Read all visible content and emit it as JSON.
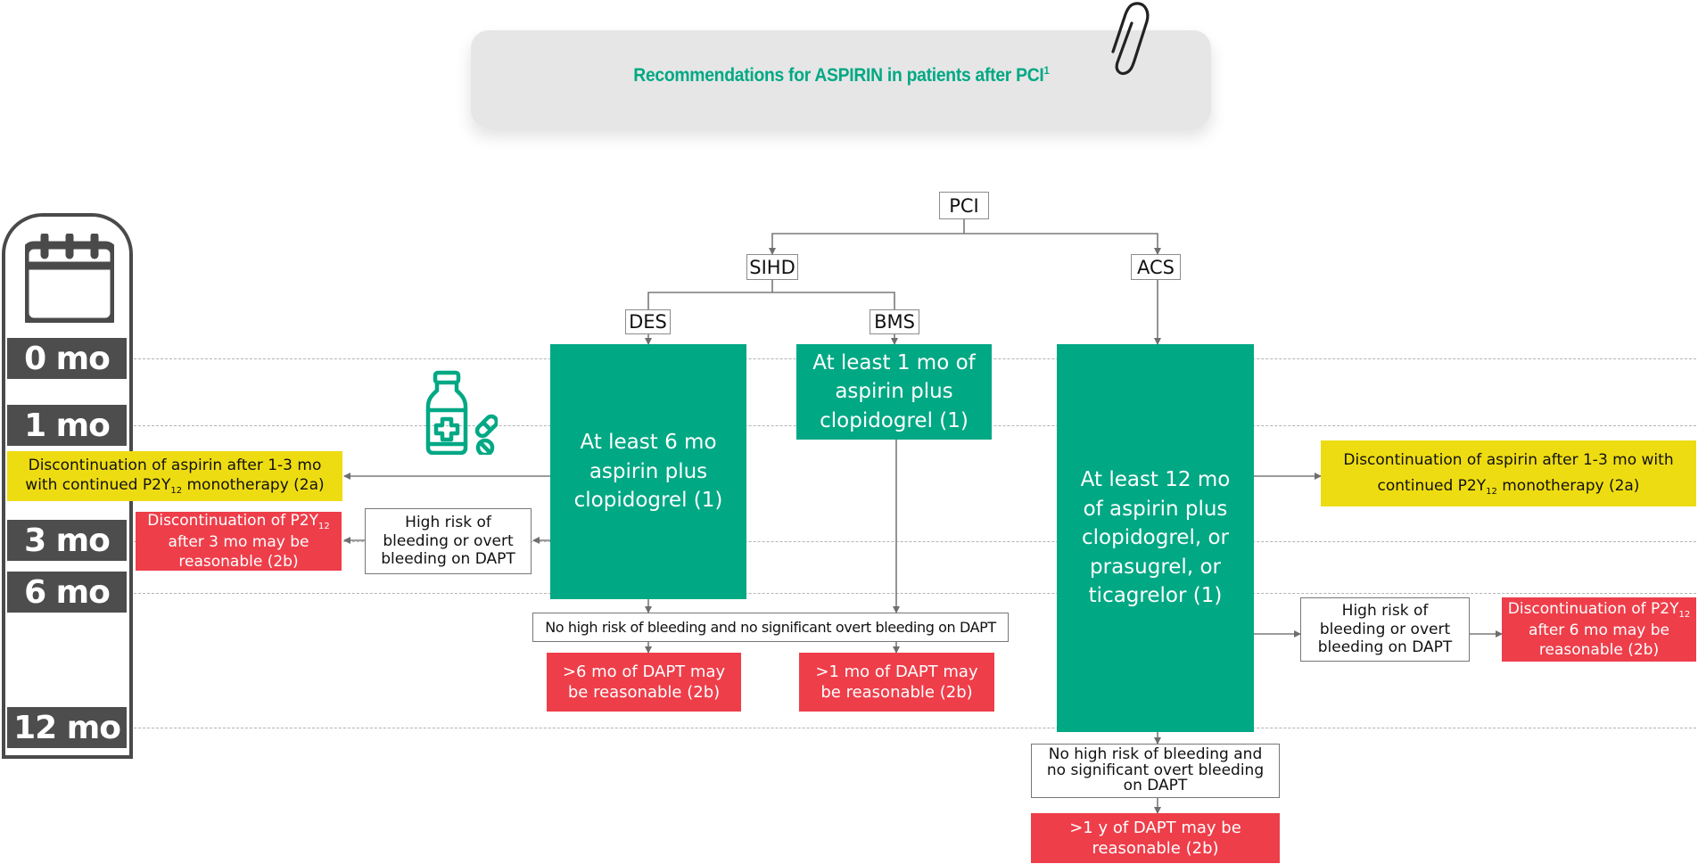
{
  "header": {
    "title": "Recommendations for ASPIRIN in patients after PCI",
    "footnote": "1",
    "accent_color": "#00a884"
  },
  "timeline": {
    "icon": "calendar-icon",
    "labels": [
      "0 mo",
      "1 mo",
      "3 mo",
      "6 mo",
      "12 mo"
    ]
  },
  "tree": {
    "root": "PCI",
    "sihd": "SIHD",
    "acs": "ACS",
    "des": "DES",
    "bms": "BMS"
  },
  "des_branch": {
    "therapy": "At least 6 mo\naspirin plus\nclopidogrel (1)",
    "discontinue_aspirin_line1": "Discontinuation of aspirin after 1-3 mo",
    "discontinue_aspirin_line2_pre": "with continued P2Y",
    "discontinue_aspirin_sub": "12",
    "discontinue_aspirin_line2_post": " monotherapy (2a)",
    "high_risk": "High risk of\nbleeding or overt\nbleeding on DAPT",
    "discontinue_p2y12_pre": "Discontinuation of P2Y",
    "discontinue_p2y12_sub": "12",
    "discontinue_p2y12_post": "after 3 mo may be\nreasonable (2b)",
    "extended": ">6 mo of DAPT may\nbe reasonable (2b)"
  },
  "bms_branch": {
    "therapy": "At least 1 mo of\naspirin plus\nclopidogrel (1)",
    "extended": ">1 mo of DAPT may\nbe reasonable (2b)"
  },
  "shared": {
    "no_risk": "No high risk of bleeding and no significant overt bleeding on DAPT"
  },
  "acs_branch": {
    "therapy": "At least 12 mo\nof aspirin plus\nclopidogrel, or\nprasugrel, or\nticagrelor (1)",
    "discontinue_aspirin_line1": "Discontinuation of aspirin after 1-3 mo with",
    "discontinue_aspirin_line2_pre": "continued P2Y",
    "discontinue_aspirin_sub": "12",
    "discontinue_aspirin_line2_post": " monotherapy (2a)",
    "high_risk": "High risk of\nbleeding or overt\nbleeding on DAPT",
    "discontinue_p2y12_pre": "Discontinuation of P2Y",
    "discontinue_p2y12_sub": "12",
    "discontinue_p2y12_post": "after 6 mo may be\nreasonable (2b)",
    "no_risk": "No high risk of bleeding and\nno significant overt bleeding\non DAPT",
    "extended": ">1 y of DAPT may be\nreasonable (2b)"
  },
  "colors": {
    "green": "#00a884",
    "yellow": "#eedc12",
    "red": "#ee3e4a",
    "dark_gray": "#4d4d4d"
  }
}
